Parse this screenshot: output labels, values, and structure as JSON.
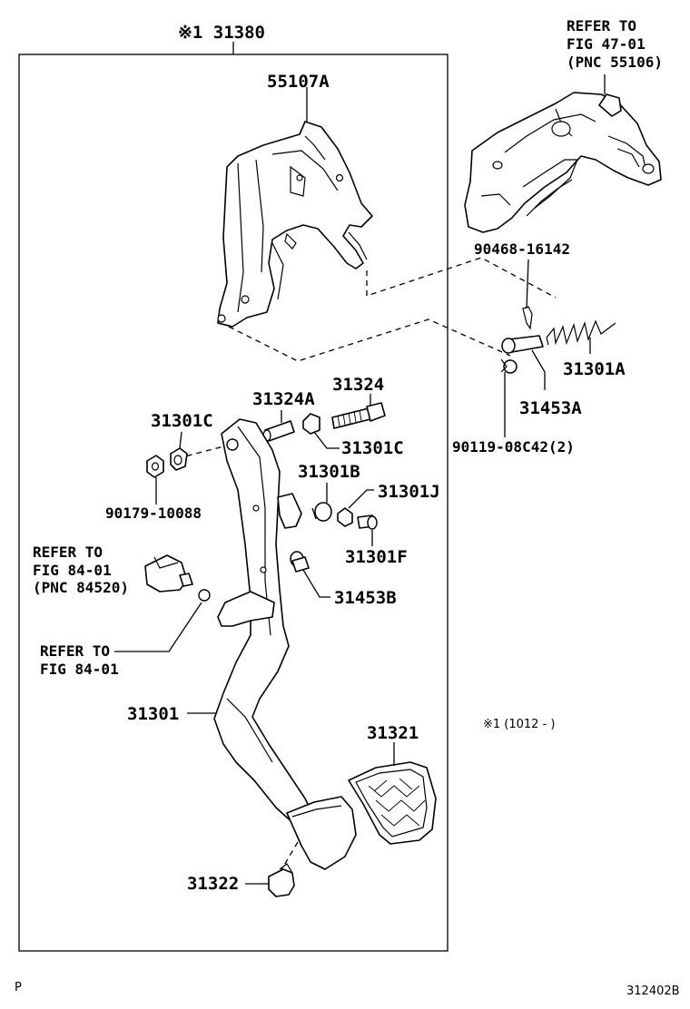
{
  "labels": {
    "assembly_ref": "※1 31380",
    "bracket": "55107A",
    "ref_fig_47": [
      "REFER TO",
      "FIG 47-01",
      "(PNC 55106)"
    ],
    "clip": "90468-16142",
    "spring": "31301A",
    "shaft": "31453A",
    "nut_2": "90119-08C42(2)",
    "bushing_a": "31324A",
    "bolt": "31324",
    "collar_left": "31301C",
    "collar_right": "31301C",
    "washer_nut": "90179-10088",
    "stopper_b": "31301B",
    "stopper_j": "31301J",
    "stopper_f": "31301F",
    "shaft_b": "31453B",
    "ref_fig_84_switch": [
      "REFER TO",
      "FIG 84-01",
      "(PNC 84520)"
    ],
    "ref_fig_84_nut": [
      "REFER TO",
      "FIG 84-01"
    ],
    "pedal_arm": "31301",
    "pedal_pad": "31321",
    "stop_cushion": "31322",
    "footnote": "※1 (1012 -          )",
    "corner_left": "P",
    "figure_code": "312402B"
  }
}
